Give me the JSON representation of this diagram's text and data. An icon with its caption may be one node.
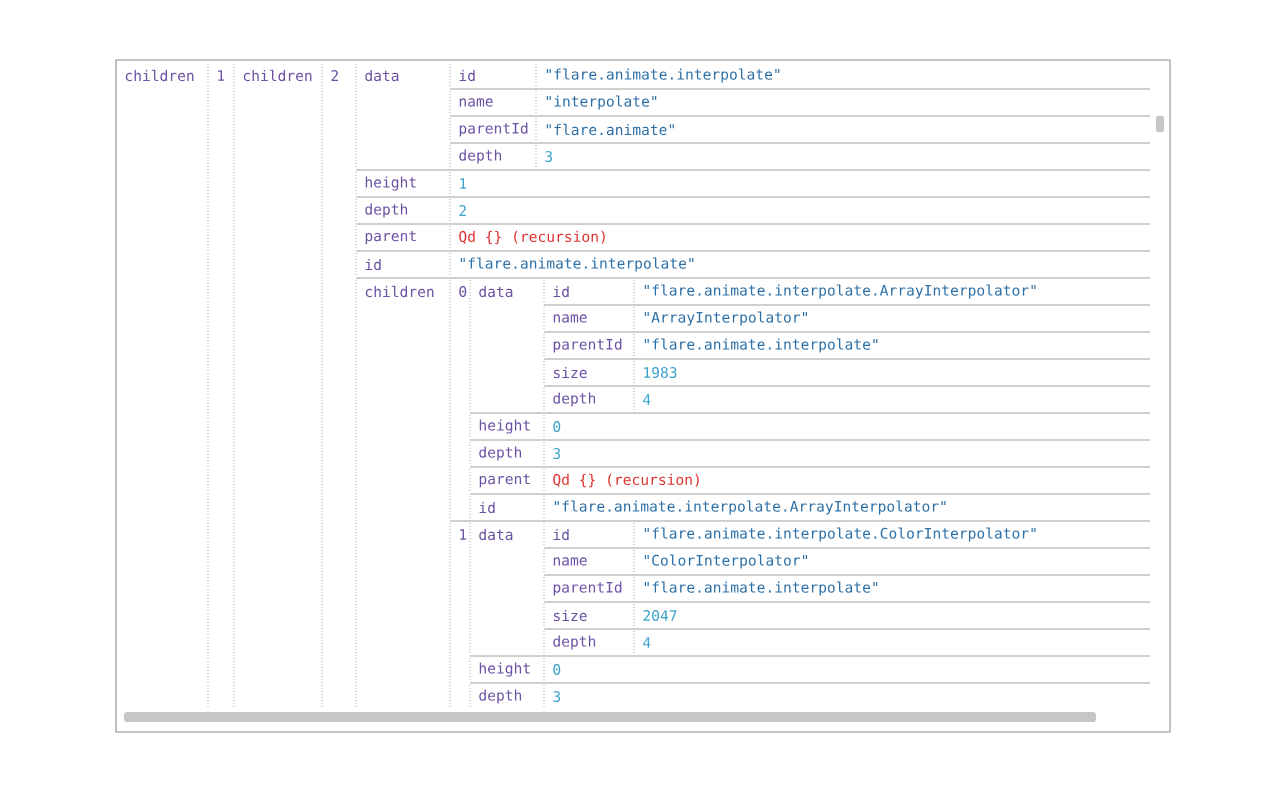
{
  "diagram": {
    "labels": [
      "children",
      "1",
      "children",
      "2",
      "data",
      "id",
      "\"flare.animate.interpolate\"",
      "name",
      "\"interpolate\"",
      "parentId",
      "\"flare.animate\"",
      "depth",
      "3",
      "height",
      "1",
      "depth",
      "2",
      "parent",
      "Qd {} (recursion)",
      "id",
      "\"flare.animate.interpolate\"",
      "children",
      "0",
      "data",
      "id",
      "\"flare.animate.interpolate.ArrayInterpolator\"",
      "name",
      "\"ArrayInterpolator\"",
      "parentId",
      "\"flare.animate.interpolate\"",
      "size",
      "1983",
      "depth",
      "4",
      "height",
      "0",
      "depth",
      "3",
      "parent",
      "Qd {} (recursion)",
      "id",
      "\"flare.animate.interpolate.ArrayInterpolator\"",
      "1",
      "data",
      "id",
      "\"flare.animate.interpolate.ColorInterpolator\"",
      "name",
      "\"ColorInterpolator\"",
      "parentId",
      "\"flare.animate.interpolate\"",
      "size",
      "2047",
      "depth",
      "4",
      "height",
      "0",
      "depth",
      "3"
    ]
  }
}
